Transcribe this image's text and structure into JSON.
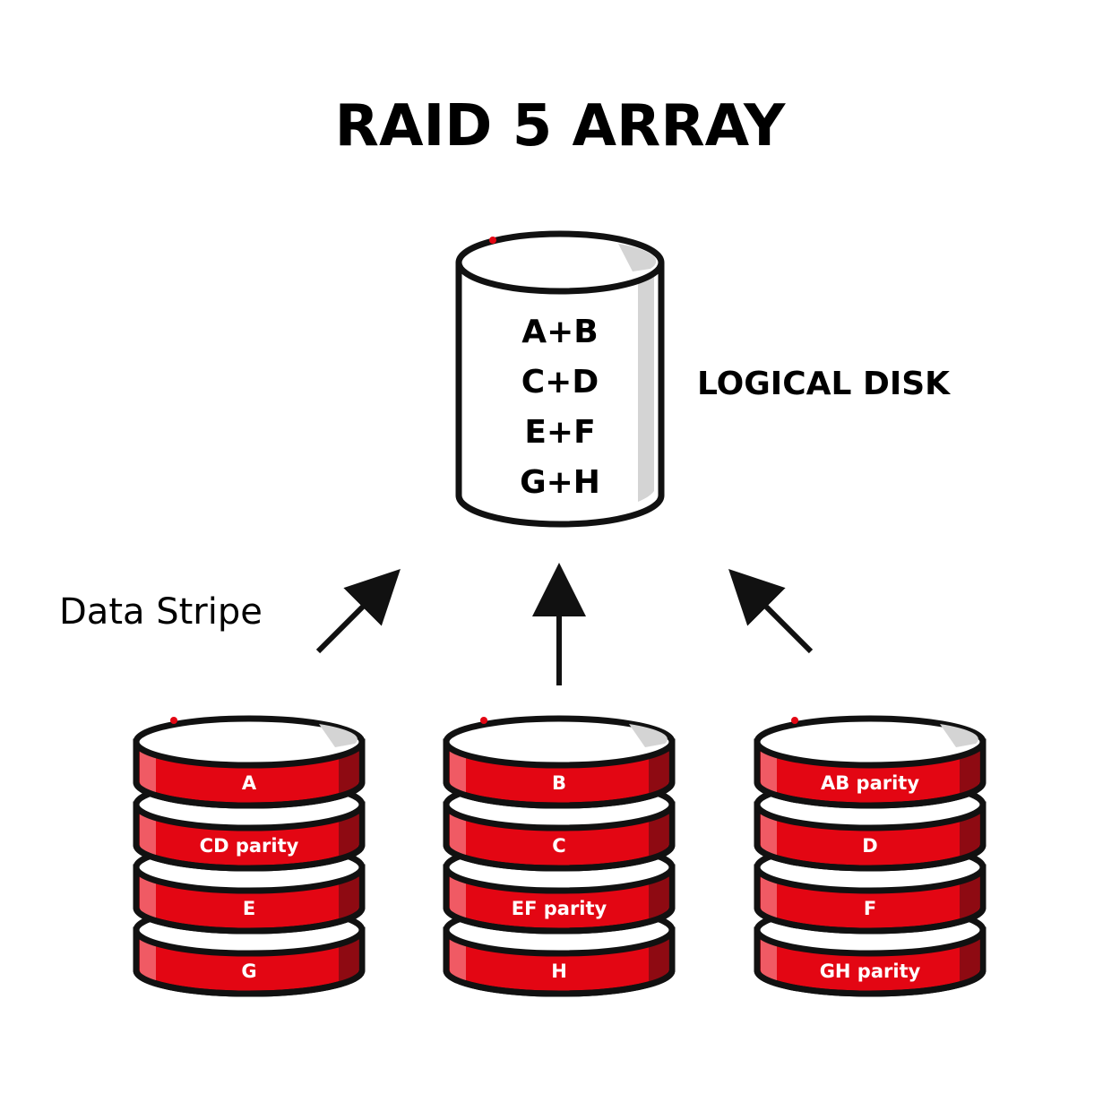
{
  "title": "RAID 5 ARRAY",
  "logical_disk": {
    "label": "LOGICAL DISK",
    "lines": [
      "A+B",
      "C+D",
      "E+F",
      "G+H"
    ]
  },
  "data_stripe_label": "Data Stripe",
  "disks": [
    {
      "platters": [
        "A",
        "CD parity",
        "E",
        "G"
      ]
    },
    {
      "platters": [
        "B",
        "C",
        "EF parity",
        "H"
      ]
    },
    {
      "platters": [
        "AB parity",
        "D",
        "F",
        "GH parity"
      ]
    }
  ],
  "colors": {
    "accent_red": "#e30613",
    "dark_red": "#8e0a12",
    "light_red": "#f05a64",
    "outline": "#111111",
    "shadow_grey": "#d4d4d4"
  },
  "icons": [
    "arrow-up-right-icon",
    "arrow-up-icon",
    "arrow-up-left-icon"
  ]
}
